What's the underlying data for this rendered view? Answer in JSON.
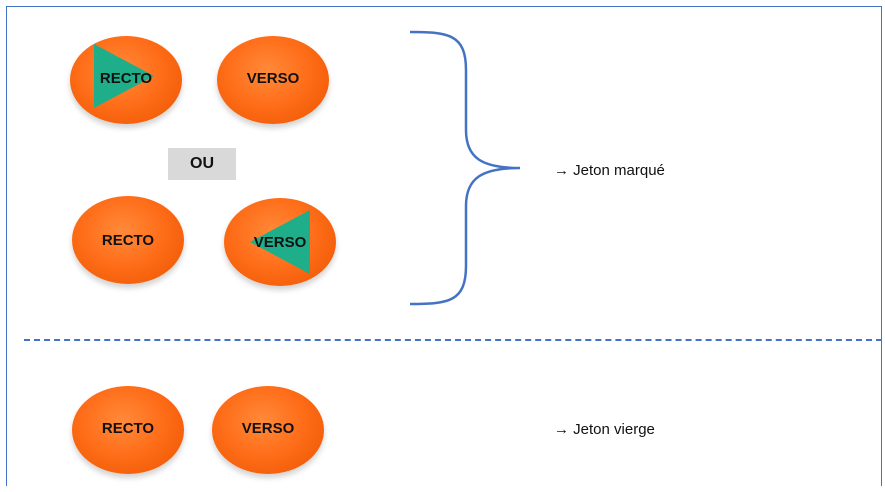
{
  "tokens": {
    "recto": "RECTO",
    "verso": "VERSO"
  },
  "separator_word": "OU",
  "results": {
    "marked": "→ Jeton marqué",
    "blank": "→ Jeton vierge"
  },
  "colors": {
    "token": "#ff6e1a",
    "mark": "#1fae8a",
    "frame": "#4472c4",
    "ou_bg": "#d9d9d9"
  },
  "icons": {
    "mark": "triangle",
    "arrow": "right-arrow"
  }
}
